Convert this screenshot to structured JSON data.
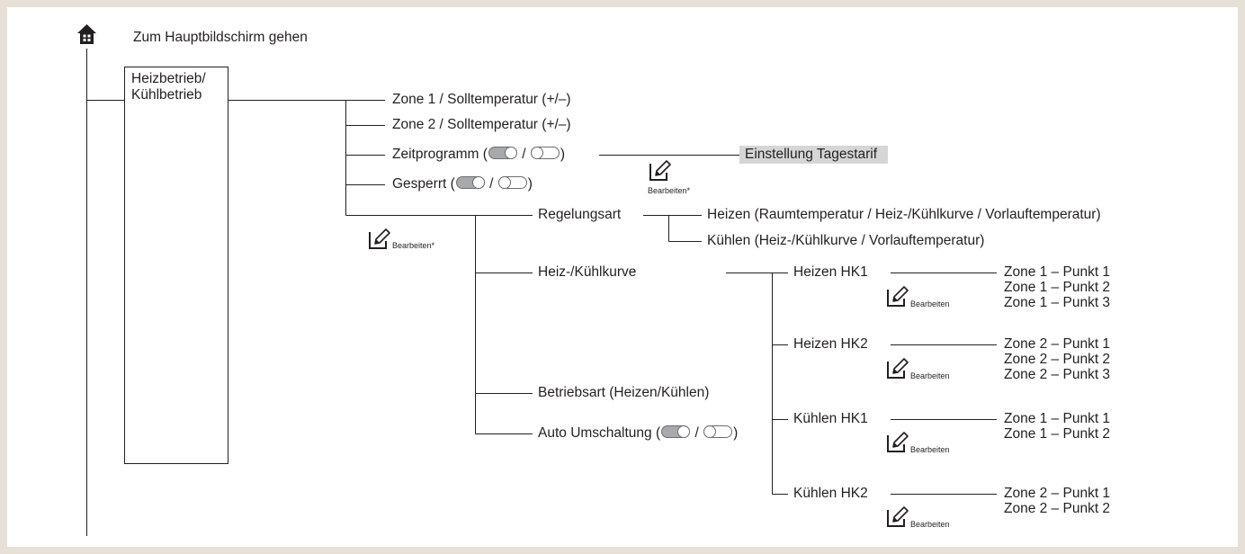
{
  "home": {
    "label": "Zum Hauptbildschirm gehen",
    "icon": "home-icon"
  },
  "menu": {
    "label_line1": "Heizbetrieb/",
    "label_line2": "Kühlbetrieb"
  },
  "zone1": {
    "label": "Zone 1 / Solltemperatur (+/–)"
  },
  "zone2": {
    "label": "Zone 2 / Solltemperatur (+/–)"
  },
  "zeitprogramm": {
    "label_before": "Zeitprogramm (",
    "separator": "/",
    "label_after": ")",
    "target": "Einstellung Tagestarif"
  },
  "gesperrt": {
    "label_before": "Gesperrt (",
    "separator": "/",
    "label_after": ")"
  },
  "edit": {
    "label_star": "Bearbeiten*",
    "label": "Bearbeiten",
    "icon": "edit-pencil-icon"
  },
  "regelungsart": {
    "label": "Regelungsart",
    "heizen": "Heizen (Raumtemperatur / Heiz-/Kühlkurve / Vorlauftemperatur)",
    "kuehlen": "Kühlen (Heiz-/Kühlkurve / Vorlauftemperatur)"
  },
  "kurve": {
    "label": "Heiz-/Kühlkurve"
  },
  "betriebsart": {
    "label": "Betriebsart (Heizen/Kühlen)"
  },
  "auto": {
    "label_before": "Auto Umschaltung (",
    "separator": "/",
    "label_after": ")"
  },
  "circuits": [
    {
      "label": "Heizen HK1",
      "points": [
        "Zone 1 – Punkt 1",
        "Zone 1 – Punkt 2",
        "Zone 1 – Punkt 3"
      ]
    },
    {
      "label": "Heizen HK2",
      "points": [
        "Zone 2 – Punkt 1",
        "Zone 2 – Punkt 2",
        "Zone 2 – Punkt 3"
      ]
    },
    {
      "label": "Kühlen HK1",
      "points": [
        "Zone 1 – Punkt 1",
        "Zone 1 – Punkt 2"
      ]
    },
    {
      "label": "Kühlen HK2",
      "points": [
        "Zone 2 – Punkt 1",
        "Zone 2 – Punkt 2"
      ]
    }
  ],
  "colors": {
    "background": "#e7e0d6",
    "panel": "#ffffff",
    "line": "#231f20",
    "highlight": "#d6d6d6",
    "toggle_on": "#a7a9ac"
  }
}
